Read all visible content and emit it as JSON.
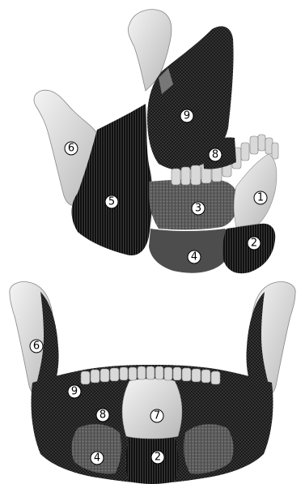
{
  "upper_view": {
    "regions": [
      {
        "key": "r1",
        "label": "1",
        "fill": "light"
      },
      {
        "key": "r2",
        "label": "2",
        "fill": "dark"
      },
      {
        "key": "r3",
        "label": "3",
        "fill": "mid"
      },
      {
        "key": "r4",
        "label": "4",
        "fill": "mid"
      },
      {
        "key": "r5",
        "label": "5",
        "fill": "dark"
      },
      {
        "key": "r6",
        "label": "6",
        "fill": "light"
      },
      {
        "key": "r8",
        "label": "8",
        "fill": "dark"
      },
      {
        "key": "r9",
        "label": "9",
        "fill": "dark"
      }
    ]
  },
  "lower_view": {
    "regions": [
      {
        "key": "r6",
        "label": "6",
        "fill": "light"
      },
      {
        "key": "r9",
        "label": "9",
        "fill": "dark"
      },
      {
        "key": "r8",
        "label": "8",
        "fill": "dark"
      },
      {
        "key": "r7",
        "label": "7",
        "fill": "light"
      },
      {
        "key": "r4",
        "label": "4",
        "fill": "mid"
      },
      {
        "key": "r2",
        "label": "2",
        "fill": "dark"
      }
    ]
  },
  "colors": {
    "dark": "#151515",
    "mid": "#5e5e5e",
    "light": "#dcdcdc",
    "bone": "#e8e8e8",
    "tooth": "#d9d9d9"
  }
}
